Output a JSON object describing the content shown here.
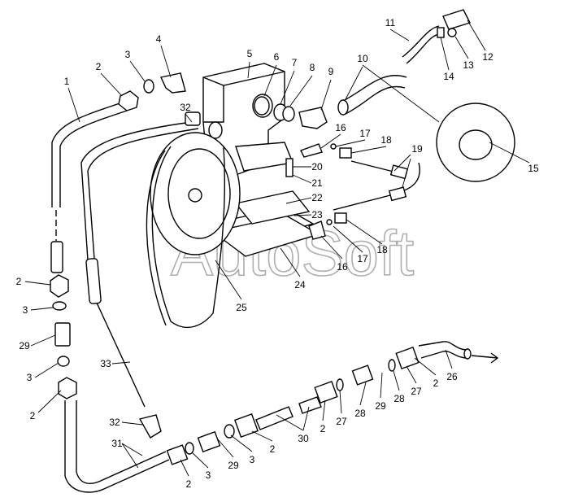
{
  "watermark": "AutoSoft",
  "labels": [
    "1",
    "2",
    "3",
    "4",
    "5",
    "6",
    "7",
    "8",
    "9",
    "10",
    "11",
    "12",
    "13",
    "14",
    "15",
    "16",
    "17",
    "18",
    "19",
    "20",
    "21",
    "22",
    "23",
    "24",
    "25",
    "16",
    "17",
    "18",
    "32",
    "2",
    "3",
    "29",
    "3",
    "2",
    "33",
    "32",
    "31",
    "2",
    "3",
    "29",
    "3",
    "2",
    "30",
    "2",
    "27",
    "28",
    "29",
    "28",
    "27",
    "2",
    "26"
  ]
}
